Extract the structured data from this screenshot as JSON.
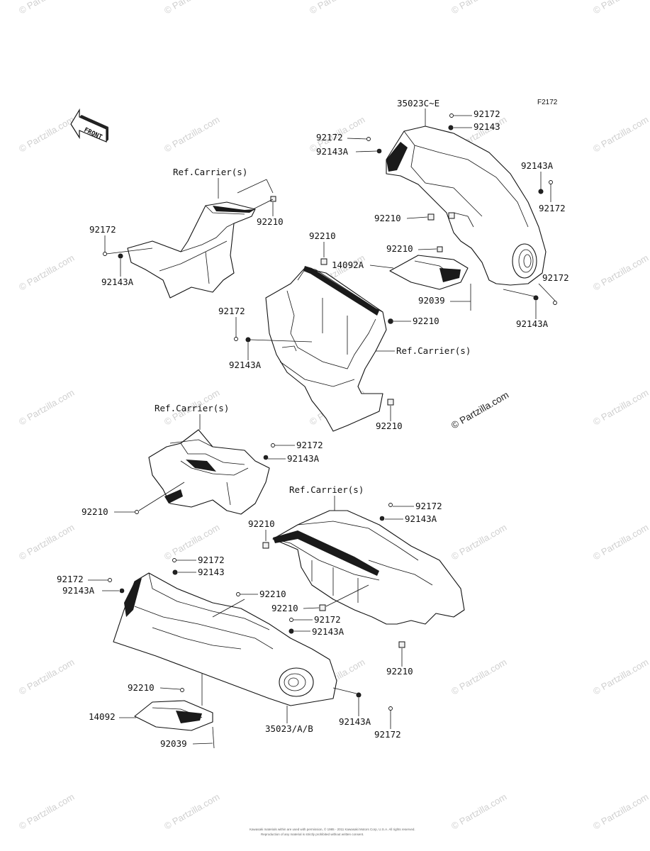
{
  "figure_code": "F2172",
  "front_arrow": {
    "label": "FRONT",
    "icon": "front-arrow-icon"
  },
  "watermark": "© Partzilla.com",
  "footer_lines": [
    "Kawasaki materials within are used with permission, © 1985 - 2011 Kawasaki Motors Corp, U.S.A. All rights reserved.",
    "Reproduction of any material is strictly prohibited without written consent."
  ],
  "labels": {
    "top_right_fender": {
      "fender": "35023C~E",
      "screw_top": "92172",
      "washer_top": "92143",
      "screw_left": "92172",
      "washer_left": "92143A",
      "washer_right": "92143A",
      "screw_right": "92172",
      "clip_mid": "92210",
      "clip_plate": "92210",
      "plate": "14092A",
      "screw_rear": "92172",
      "washer_rear": "92143A",
      "stud": "92039"
    },
    "upper_left_cover": {
      "ref": "Ref.Carrier(s)",
      "clip": "92210",
      "screw": "92172",
      "washer": "92143A"
    },
    "center_box": {
      "clip_top": "92210",
      "screw": "92172",
      "washer": "92143A",
      "clip_side": "92210",
      "ref": "Ref.Carrier(s)",
      "clip_bottom": "92210"
    },
    "mid_left_cover": {
      "ref": "Ref.Carrier(s)",
      "screw": "92172",
      "washer": "92143A",
      "clip": "92210"
    },
    "lower_right_box": {
      "ref": "Ref.Carrier(s)",
      "screw": "92172",
      "washer": "92143A",
      "clip_left": "92210",
      "clip_mid": "92210",
      "screw_low": "92172",
      "washer_low": "92143A",
      "clip_bottom": "92210"
    },
    "bottom_left_fender": {
      "screw_top": "92172",
      "washer_top": "92143",
      "screw_left": "92172",
      "washer_left": "92143A",
      "clip_mid": "92210",
      "clip_plate": "92210",
      "plate": "14092",
      "stud": "92039",
      "fender": "35023/A/B",
      "washer_right": "92143A",
      "screw_right": "92172"
    }
  }
}
